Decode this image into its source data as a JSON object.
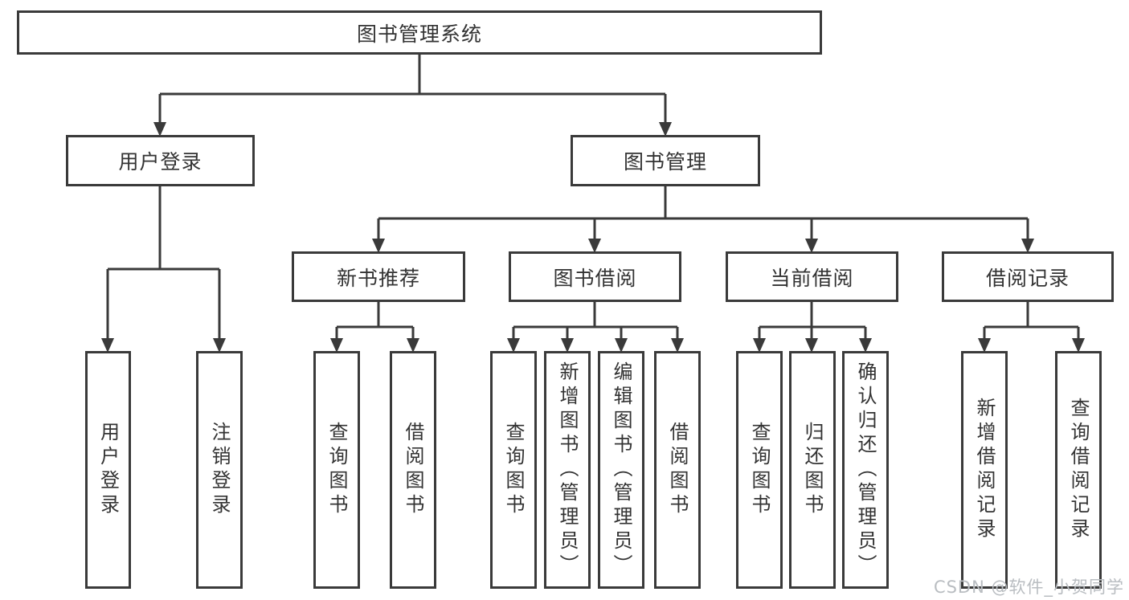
{
  "diagram_title": "图书管理系统",
  "tree": {
    "label": "图书管理系统",
    "children": [
      {
        "label": "用户登录",
        "children": [
          {
            "label": "用户登录"
          },
          {
            "label": "注销登录"
          }
        ]
      },
      {
        "label": "图书管理",
        "children": [
          {
            "label": "新书推荐",
            "children": [
              {
                "label": "查询图书"
              },
              {
                "label": "借阅图书"
              }
            ]
          },
          {
            "label": "图书借阅",
            "children": [
              {
                "label": "查询图书"
              },
              {
                "label": "新增图书（管理员）"
              },
              {
                "label": "编辑图书（管理员）"
              },
              {
                "label": "借阅图书"
              }
            ]
          },
          {
            "label": "当前借阅",
            "children": [
              {
                "label": "查询图书"
              },
              {
                "label": "归还图书"
              },
              {
                "label": "确认归还（管理员）"
              }
            ]
          },
          {
            "label": "借阅记录",
            "children": [
              {
                "label": "新增借阅记录"
              },
              {
                "label": "查询借阅记录"
              }
            ]
          }
        ]
      }
    ]
  },
  "watermark": {
    "text": "CSDN @软件_小贺同学"
  },
  "colors": {
    "line": "#3a3a3a",
    "text": "#333333",
    "watermark": "#b9bdc1",
    "background": "#ffffff"
  }
}
